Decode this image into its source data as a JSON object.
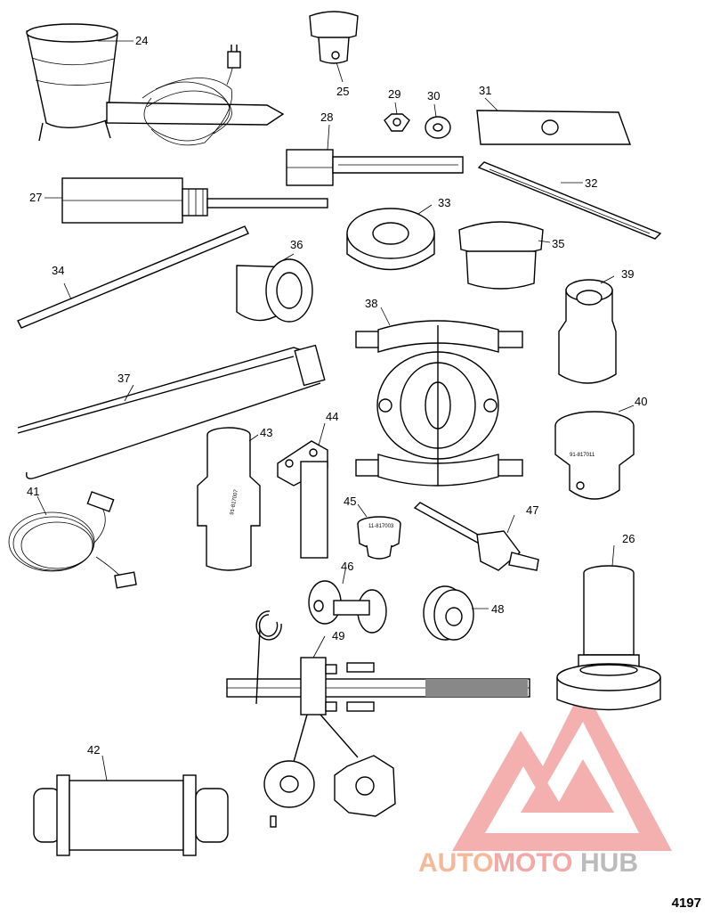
{
  "callouts": [
    "24",
    "25",
    "29",
    "30",
    "31",
    "28",
    "27",
    "33",
    "32",
    "35",
    "34",
    "36",
    "38",
    "39",
    "37",
    "40",
    "44",
    "43",
    "41",
    "45",
    "47",
    "26",
    "46",
    "48",
    "49",
    "42"
  ],
  "part_markings": {
    "tool_43": "91-817007",
    "tool_40": "91-817011",
    "tool_45": "11-817003"
  },
  "watermark": {
    "part1": "AUTO",
    "part2": "MOTO",
    "part3": "HUB",
    "color_light": "#f5b99a",
    "color_dark": "#f3a7a6",
    "color_hub": "#bbbbbb"
  },
  "figure_ref": "4197"
}
